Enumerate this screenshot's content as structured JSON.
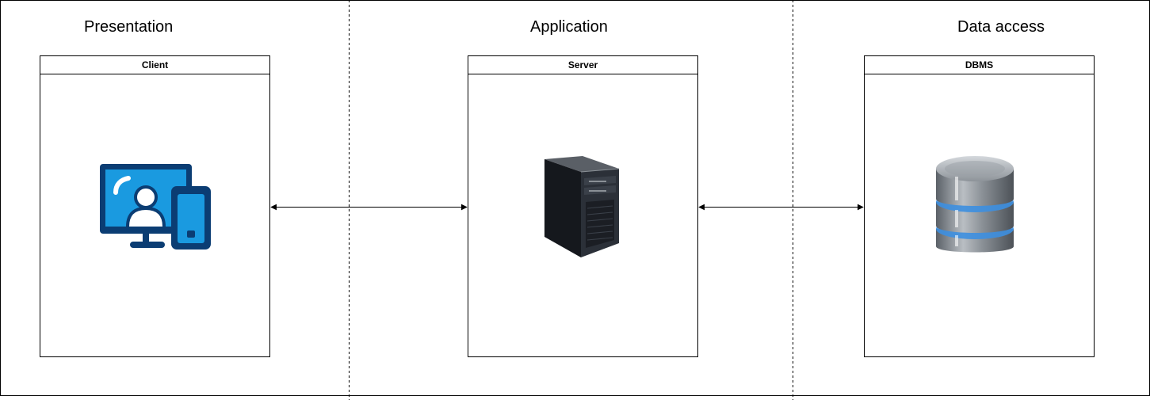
{
  "layers": {
    "presentation": {
      "title": "Presentation"
    },
    "application": {
      "title": "Application"
    },
    "data_access": {
      "title": "Data access"
    }
  },
  "nodes": {
    "client": {
      "label": "Client",
      "icon": "client-devices-icon"
    },
    "server": {
      "label": "Server",
      "icon": "server-tower-icon"
    },
    "dbms": {
      "label": "DBMS",
      "icon": "database-icon"
    }
  },
  "colors": {
    "client_icon_dark": "#0b3d73",
    "client_icon_light": "#1a9ae0",
    "server_body": "#1f232a",
    "db_gray": "#8a9096",
    "db_ring_blue": "#3d8fe0"
  }
}
